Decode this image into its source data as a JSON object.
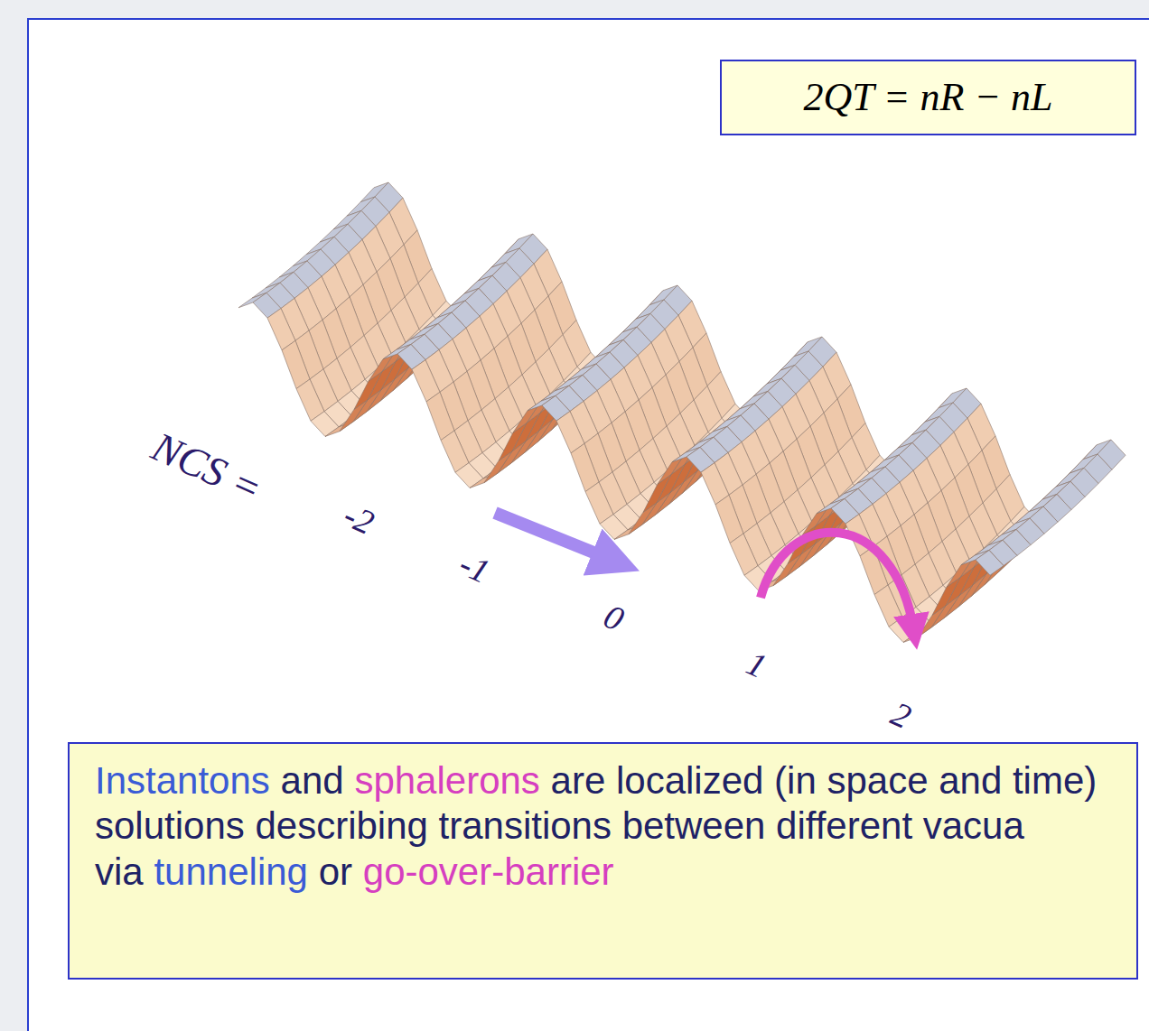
{
  "diagram": {
    "nodes": [
      {
        "text": [
          "2QT = nR − nL"
        ]
      },
      {
        "text": [
          "Instantons",
          "and",
          "sphalerons",
          "are localized (in space and time) solutions describing transitions between different vacua via",
          "tunneling",
          "or",
          "go-over-barrier"
        ]
      }
    ],
    "labels": [
      "NCS =",
      "-2",
      "-1",
      "0",
      "1",
      "2"
    ]
  }
}
